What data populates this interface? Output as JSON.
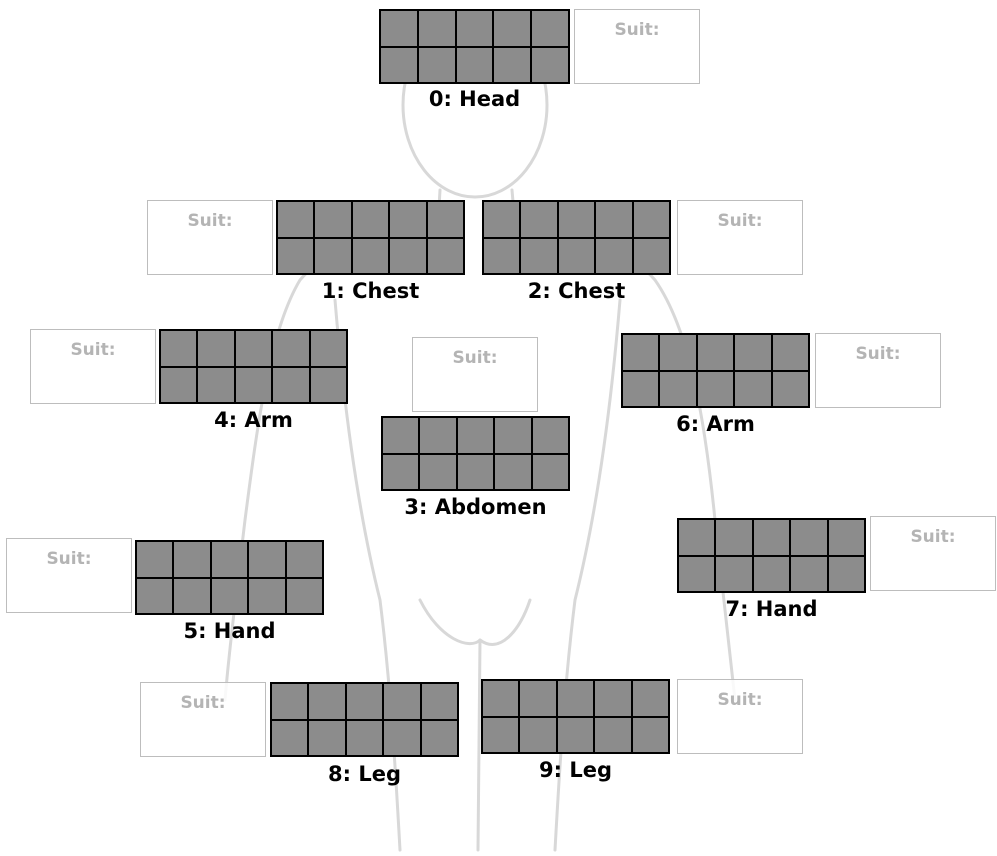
{
  "suit_label": "Suit:",
  "locations": [
    {
      "name": "0: Head"
    },
    {
      "name": "1: Chest"
    },
    {
      "name": "2: Chest"
    },
    {
      "name": "3: Abdomen"
    },
    {
      "name": "4: Arm"
    },
    {
      "name": "5: Hand"
    },
    {
      "name": "6: Arm"
    },
    {
      "name": "7: Hand"
    },
    {
      "name": "8: Leg"
    },
    {
      "name": "9: Leg"
    }
  ]
}
